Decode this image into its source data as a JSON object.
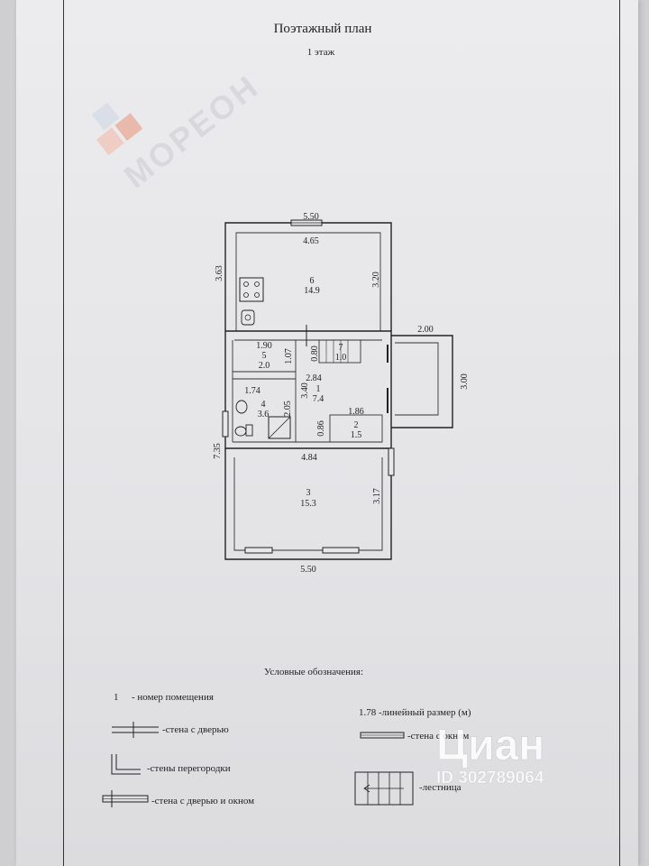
{
  "page": {
    "title": "Поэтажный план",
    "floor": "1 этаж"
  },
  "watermarks": {
    "moreon": "МОРЕОН",
    "cian": "Циан",
    "cian_id": "ID 302789064"
  },
  "plan": {
    "top_width_outer": "5.50",
    "top_width_inner": "4.65",
    "left_top": "3.63",
    "right_top_inner": "3.20",
    "annex_width": "2.00",
    "annex_height": "3.00",
    "left_total": "7.35",
    "mid_width": "4.84",
    "right_bottom": "3.17",
    "bottom_width": "5.50",
    "room5_width": "1.90",
    "room5_wall": "1.07",
    "room4_width": "1.74",
    "room4_wall": "2.05",
    "room1_width": "2.84",
    "room1_height": "3.40",
    "stair_width": "0.80",
    "room2_width": "1.86",
    "room2_depth": "0.86",
    "rooms": [
      {
        "num": "6",
        "area": "14.9"
      },
      {
        "num": "5",
        "area": "2.0"
      },
      {
        "num": "7",
        "area": "1.0"
      },
      {
        "num": "1",
        "area": "7.4"
      },
      {
        "num": "4",
        "area": "3.6"
      },
      {
        "num": "2",
        "area": "1.5"
      },
      {
        "num": "3",
        "area": "15.3"
      }
    ]
  },
  "legend": {
    "title": "Условные обозначения:",
    "room_number_sample": "1",
    "room_number_text": "- номер помещения",
    "dimension_text": "1.78 -линейный размер (м)",
    "door_wall": "-стена с дверью",
    "window_wall": "-стена с окном",
    "partition": "-стены перегородки",
    "stairs": "-лестница",
    "door_window_wall": "-стена с дверью и окном"
  }
}
